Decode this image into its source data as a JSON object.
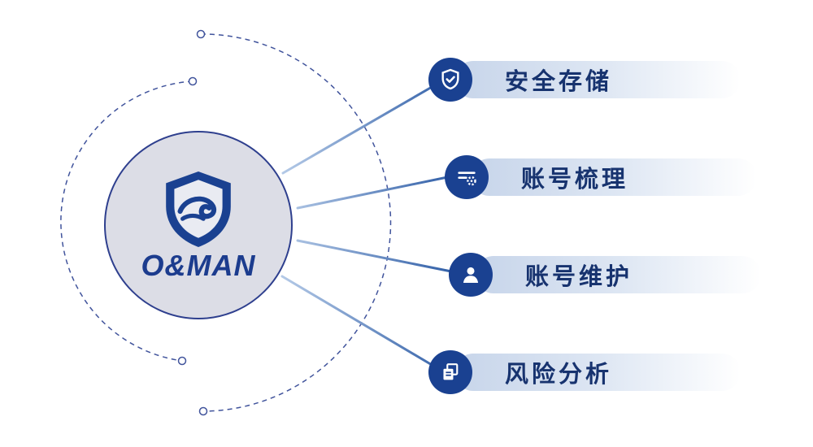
{
  "logo": {
    "text": "O&MAN",
    "icon": "shield-wave-icon"
  },
  "features": [
    {
      "label": "安全存储",
      "icon": "shield-check-icon"
    },
    {
      "label": "账号梳理",
      "icon": "list-gear-icon"
    },
    {
      "label": "账号维护",
      "icon": "user-icon"
    },
    {
      "label": "风险分析",
      "icon": "documents-icon"
    }
  ],
  "colors": {
    "primary": "#1a4191",
    "label_text": "#17336f",
    "circle_fill": "#dcdde6",
    "circle_border": "#2e3f8e",
    "bar_gradient_start": "#c7d5ea",
    "connector_light": "#b8cde9",
    "connector_dark": "#2c5ba5",
    "dashed_arc": "#41549c"
  }
}
